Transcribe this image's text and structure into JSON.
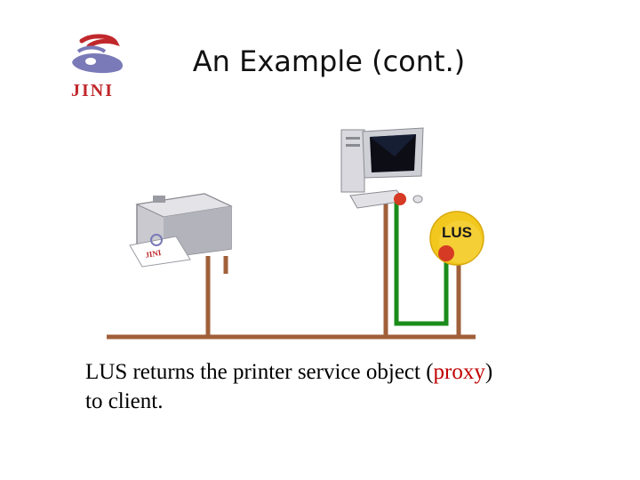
{
  "slide": {
    "title": "An Example (cont.)",
    "logo_text": "JINI",
    "caption": {
      "part1": "LUS returns the printer service object (",
      "highlight": "proxy",
      "part2": ")",
      "line2": "to client."
    }
  },
  "diagram": {
    "lus_label": "LUS",
    "printer_paper_text": "JINI",
    "colors": {
      "network_wire": "#a0603a",
      "proxy_path": "#1a8c1a",
      "lus_disc": "#f2c81e",
      "proxy_dot": "#d63a24",
      "accent_text": "#c00000"
    }
  }
}
